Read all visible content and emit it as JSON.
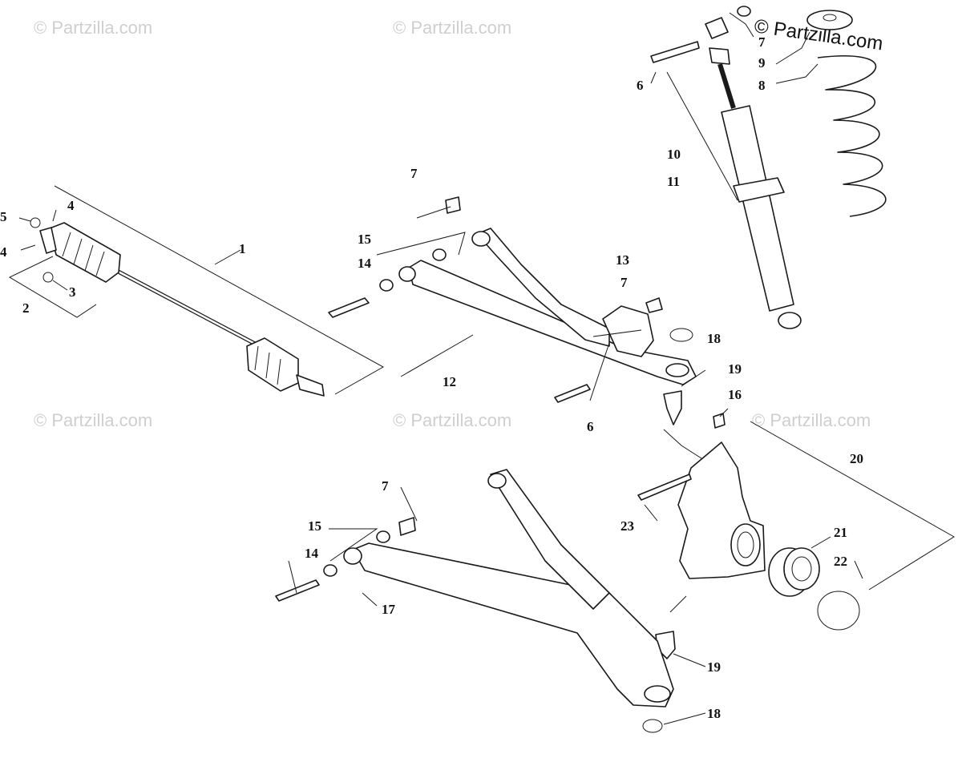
{
  "watermark": {
    "text": "© Partzilla.com",
    "top_text": "© Partzilla.com"
  },
  "callouts": {
    "c1": "1",
    "c2": "2",
    "c3": "3",
    "c4a": "4",
    "c4b": "4",
    "c5": "5",
    "c6a": "6",
    "c6b": "6",
    "c7a": "7",
    "c7b": "7",
    "c7c": "7",
    "c7d": "7",
    "c8": "8",
    "c9": "9",
    "c10": "10",
    "c11": "11",
    "c12": "12",
    "c13": "13",
    "c14a": "14",
    "c14b": "14",
    "c15a": "15",
    "c15b": "15",
    "c16": "16",
    "c17": "17",
    "c18a": "18",
    "c18b": "18",
    "c19a": "19",
    "c19b": "19",
    "c20": "20",
    "c21": "21",
    "c22": "22",
    "c23": "23"
  }
}
